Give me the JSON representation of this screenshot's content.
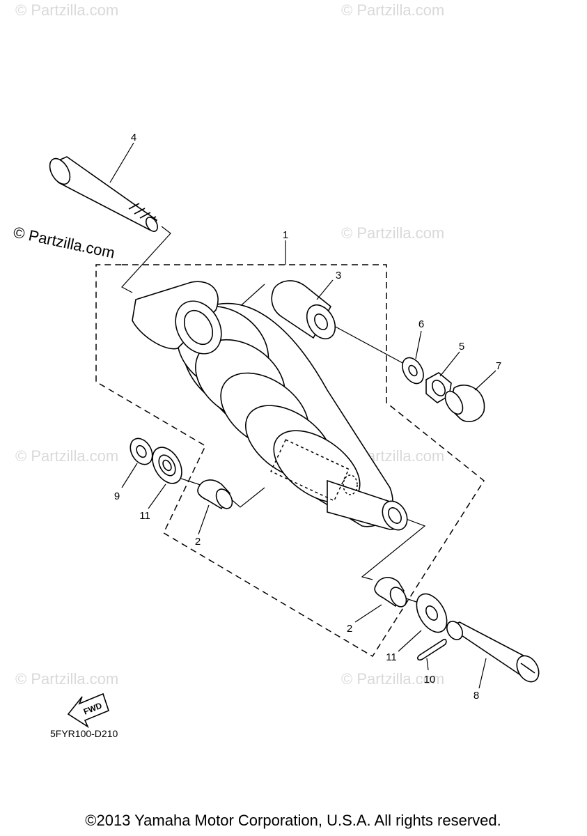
{
  "diagram": {
    "callouts": [
      "4",
      "1",
      "3",
      "6",
      "5",
      "7",
      "9",
      "11",
      "2",
      "2",
      "11",
      "10",
      "8"
    ],
    "watermark": "© Partzilla.com",
    "direction_label": "FWD",
    "diagram_code": "5FYR100-D210",
    "copyright": "©2013 Yamaha Motor Corporation, U.S.A. All rights reserved."
  }
}
